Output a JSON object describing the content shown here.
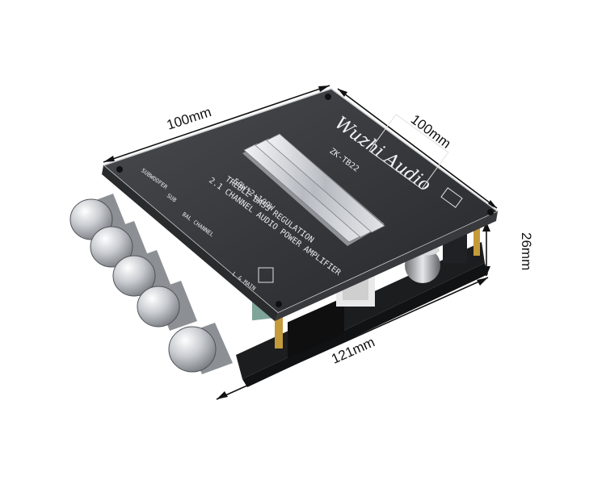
{
  "dimensions": {
    "top_left_edge": "100mm",
    "top_right_edge": "100mm",
    "height": "26mm",
    "front_edge": "121mm"
  },
  "board": {
    "brand": "Wuzhi Audio",
    "model": "ZK-TB22",
    "power": "50W*2+100W",
    "line1": "TREBLE  BASS REGULATION",
    "line2": "2.1 CHANNEL AUDIO POWER AMPLIFIER",
    "knob_labels": [
      "SUBWOOFER",
      "BAL CHANNEL",
      "SUB",
      "L & MAIN"
    ],
    "knob_count": 5
  },
  "colors": {
    "panel": "#2e2f31",
    "panel_top": "#3a3b3e",
    "pcb": "#1a1a1a",
    "heatsink": "#c9ccd0",
    "knob": "#d7d9dc"
  }
}
